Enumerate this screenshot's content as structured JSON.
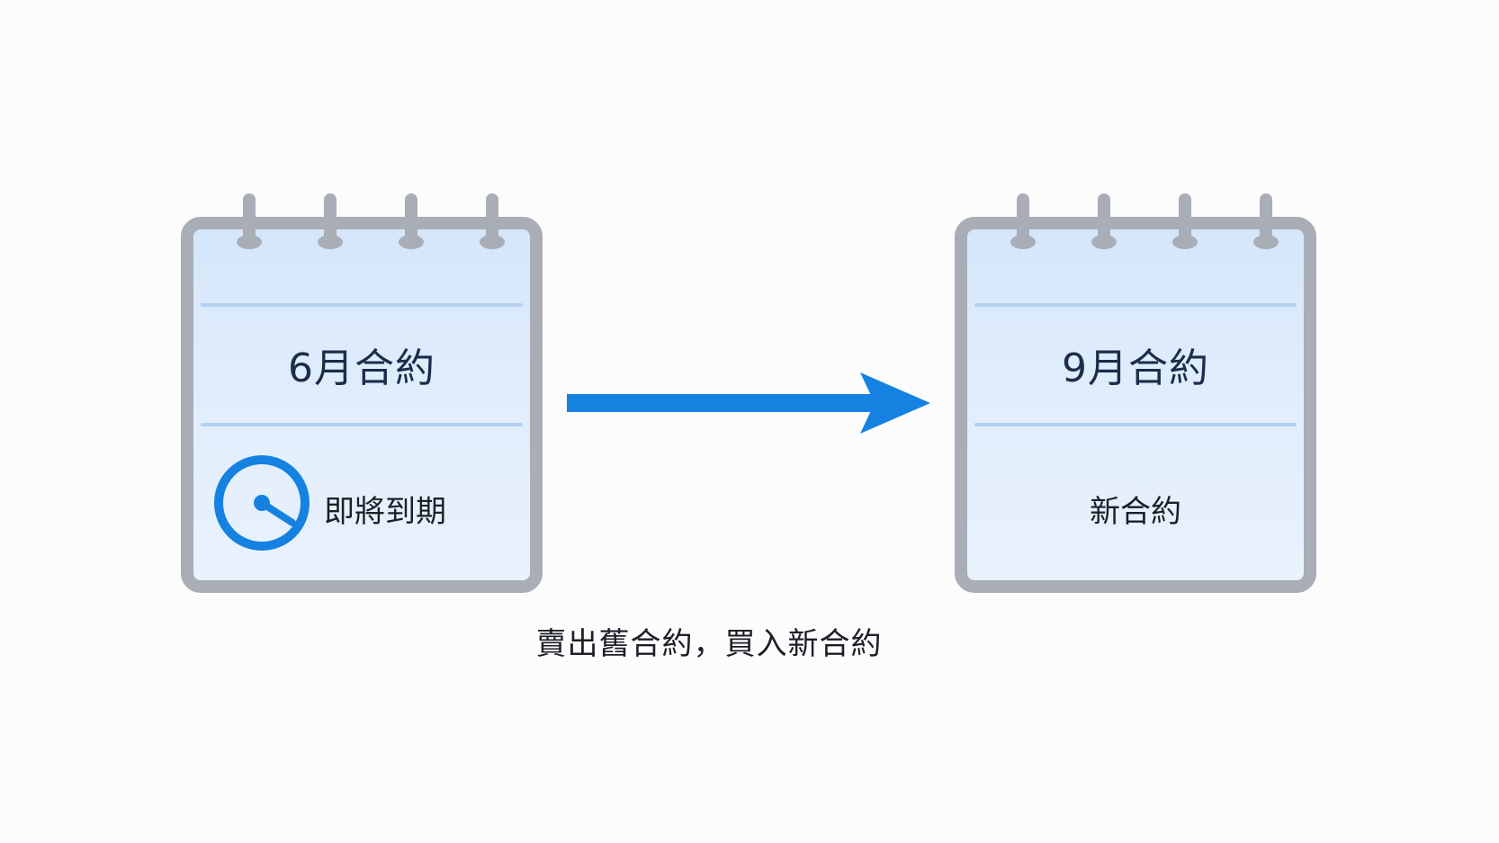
{
  "left_calendar": {
    "title": "6月合約",
    "status": "即將到期",
    "status_icon": "clock-icon"
  },
  "right_calendar": {
    "title": "9月合約",
    "status": "新合約"
  },
  "arrow_icon": "right-arrow-icon",
  "caption": "賣出舊合約，買入新合約",
  "colors": {
    "accent_blue": "#1582e2",
    "calendar_frame": "#a9adb5",
    "calendar_fill": "#dce9fb",
    "text_dark": "#1b2d4a"
  }
}
